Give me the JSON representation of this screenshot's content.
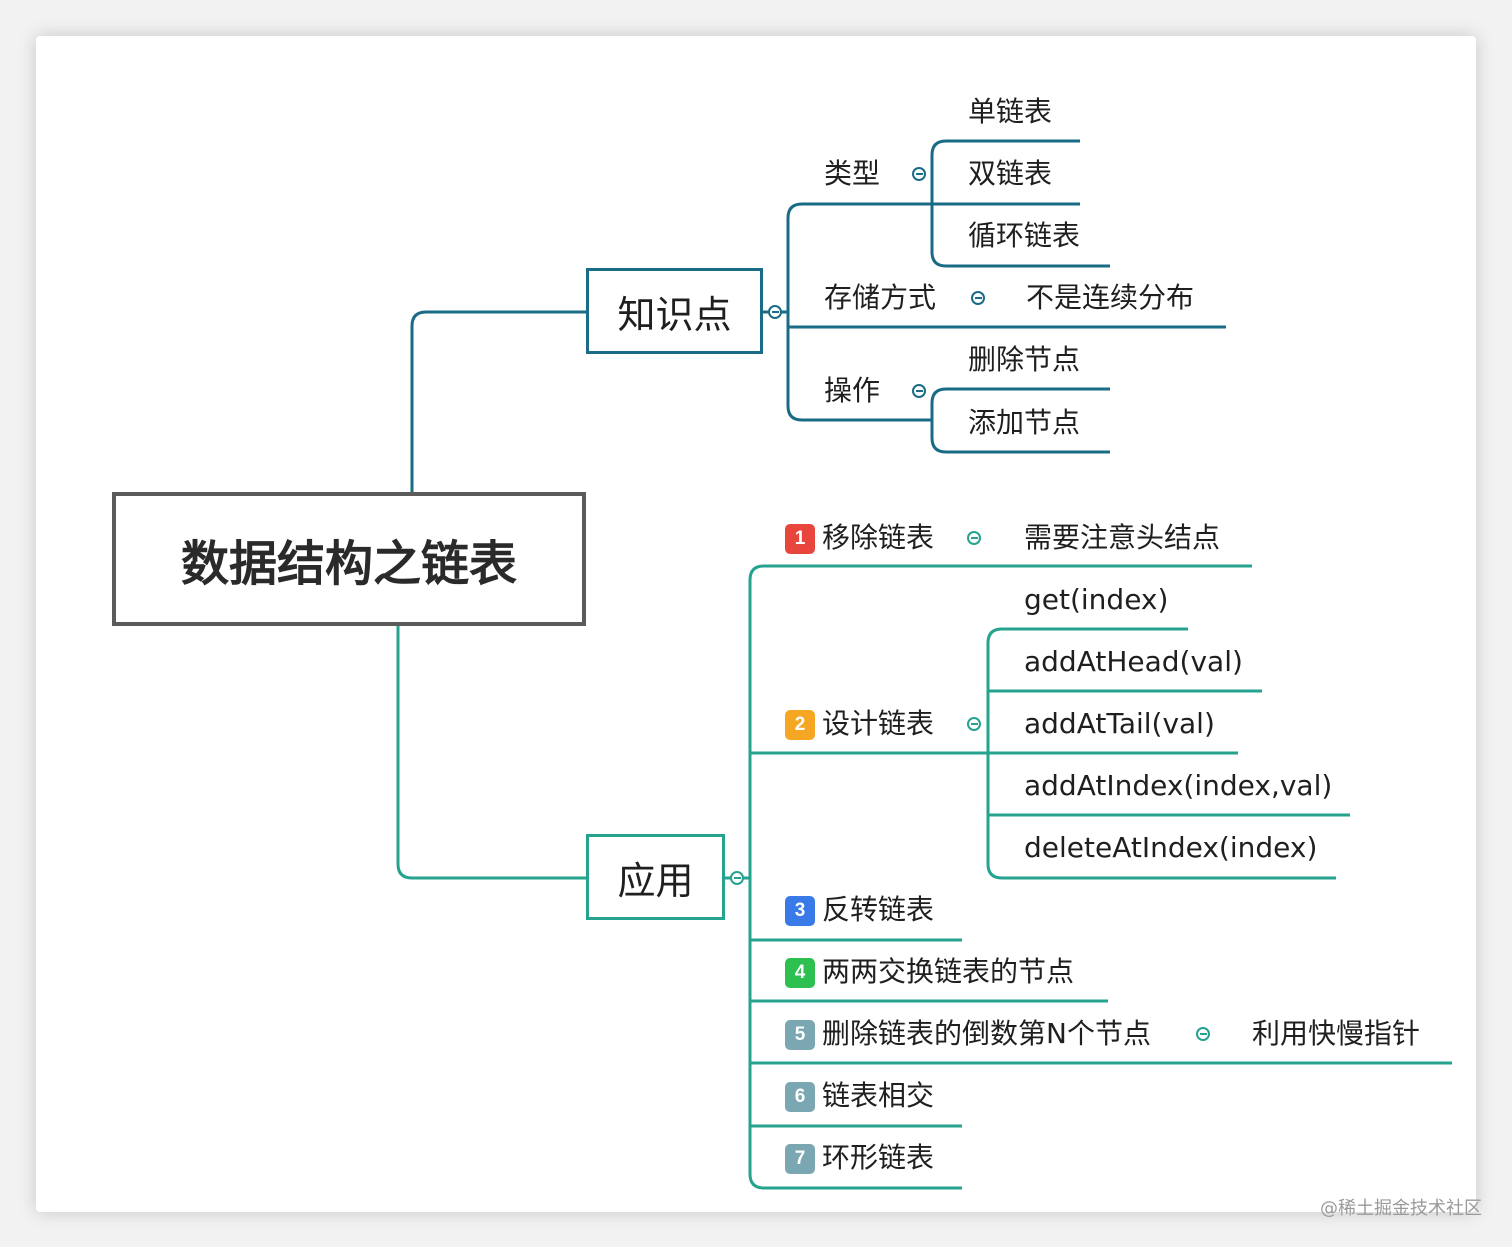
{
  "root": "数据结构之链表",
  "knowledge": {
    "label": "知识点",
    "types": {
      "label": "类型",
      "items": [
        "单链表",
        "双链表",
        "循环链表"
      ]
    },
    "storage": {
      "label": "存储方式",
      "detail": "不是连续分布"
    },
    "ops": {
      "label": "操作",
      "items": [
        "删除节点",
        "添加节点"
      ]
    }
  },
  "app": {
    "label": "应用",
    "items": [
      {
        "badge": "1",
        "label": "移除链表",
        "detail": "需要注意头结点"
      },
      {
        "badge": "2",
        "label": "设计链表",
        "children": [
          "get(index)",
          "addAtHead(val)",
          "addAtTail(val)",
          "addAtIndex(index,val)",
          "deleteAtIndex(index)"
        ]
      },
      {
        "badge": "3",
        "label": "反转链表"
      },
      {
        "badge": "4",
        "label": "两两交换链表的节点"
      },
      {
        "badge": "5",
        "label": "删除链表的倒数第N个节点",
        "detail": "利用快慢指针"
      },
      {
        "badge": "6",
        "label": "链表相交"
      },
      {
        "badge": "7",
        "label": "环形链表"
      }
    ]
  },
  "colors": {
    "knowledge_line": "#1a6b86",
    "app_line": "#26a38f",
    "root_border": "#5b5b5b",
    "badges": [
      "#e8453c",
      "#f5a623",
      "#3a7ae8",
      "#2dbf4f",
      "#7aa7b1",
      "#7aa7b1",
      "#7aa7b1"
    ]
  },
  "watermark": "@稀土掘金技术社区"
}
